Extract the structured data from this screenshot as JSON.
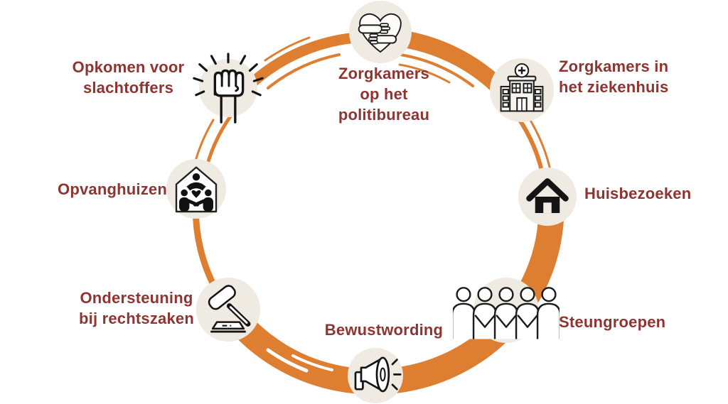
{
  "page": {
    "background": "#ffffff"
  },
  "diagram": {
    "type": "circular-cycle",
    "ring_color": "#DD7E30",
    "label_color": "#8E3431",
    "icon_bg_color": "#EFEAE2",
    "icon_ink_color": "#1b1b1b",
    "nodes": [
      {
        "id": "zorgkamers-politibureau",
        "icon": "hugging-heart-icon",
        "lines": [
          "Zorgkamers",
          "op het",
          "politibureau"
        ]
      },
      {
        "id": "zorgkamers-ziekenhuis",
        "icon": "hospital-icon",
        "lines": [
          "Zorgkamers in",
          "het ziekenhuis"
        ]
      },
      {
        "id": "huisbezoeken",
        "icon": "house-icon",
        "lines": [
          "Huisbezoeken"
        ]
      },
      {
        "id": "steungroepen",
        "icon": "support-group-icon",
        "lines": [
          "Steungroepen"
        ]
      },
      {
        "id": "bewustwording",
        "icon": "megaphone-icon",
        "lines": [
          "Bewustwording"
        ]
      },
      {
        "id": "ondersteuning-rechtszaken",
        "icon": "gavel-icon",
        "lines": [
          "Ondersteuning",
          "bij rechtszaken"
        ]
      },
      {
        "id": "opvanghuizen",
        "icon": "shelter-house-icon",
        "lines": [
          "Opvanghuizen"
        ]
      },
      {
        "id": "opkomen-slachtoffers",
        "icon": "raised-fist-icon",
        "lines": [
          "Opkomen voor",
          "slachtoffers"
        ]
      }
    ]
  }
}
